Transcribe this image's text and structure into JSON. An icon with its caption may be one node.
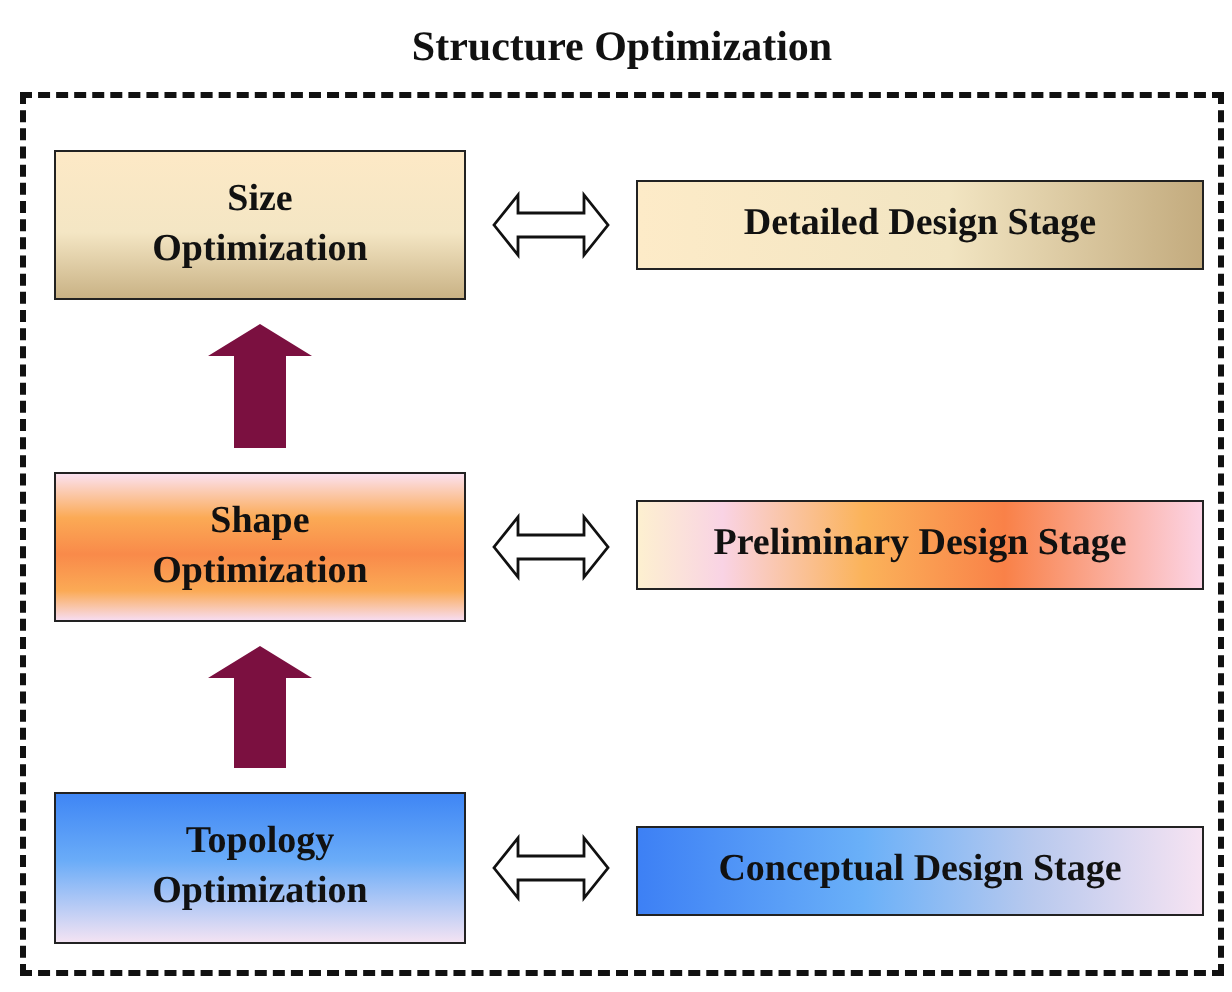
{
  "diagram": {
    "nodes": [
      {
        "text": [
          "Structure Optimization"
        ]
      },
      {
        "text": [
          "Size Optimization"
        ],
        "in": 0
      },
      {
        "text": [
          "Detailed Design Stage"
        ],
        "in": 0
      },
      {
        "text": [
          "Shape Optimization"
        ],
        "in": 0
      },
      {
        "text": [
          "Preliminary Design Stage"
        ],
        "in": 0
      },
      {
        "text": [
          "Topology Optimization"
        ],
        "in": 0
      },
      {
        "text": [
          "Conceptual Design Stage"
        ],
        "in": 0
      }
    ],
    "edges": [
      {
        "from": 1,
        "to": 2,
        "arrow": "both"
      },
      {
        "from": 3,
        "to": 1,
        "arrow": "to",
        "style": "thick",
        "color": "#7b1040"
      },
      {
        "from": 3,
        "to": 4,
        "arrow": "both"
      },
      {
        "from": 5,
        "to": 3,
        "arrow": "to",
        "style": "thick",
        "color": "#7b1040"
      },
      {
        "from": 5,
        "to": 6,
        "arrow": "both"
      }
    ]
  }
}
